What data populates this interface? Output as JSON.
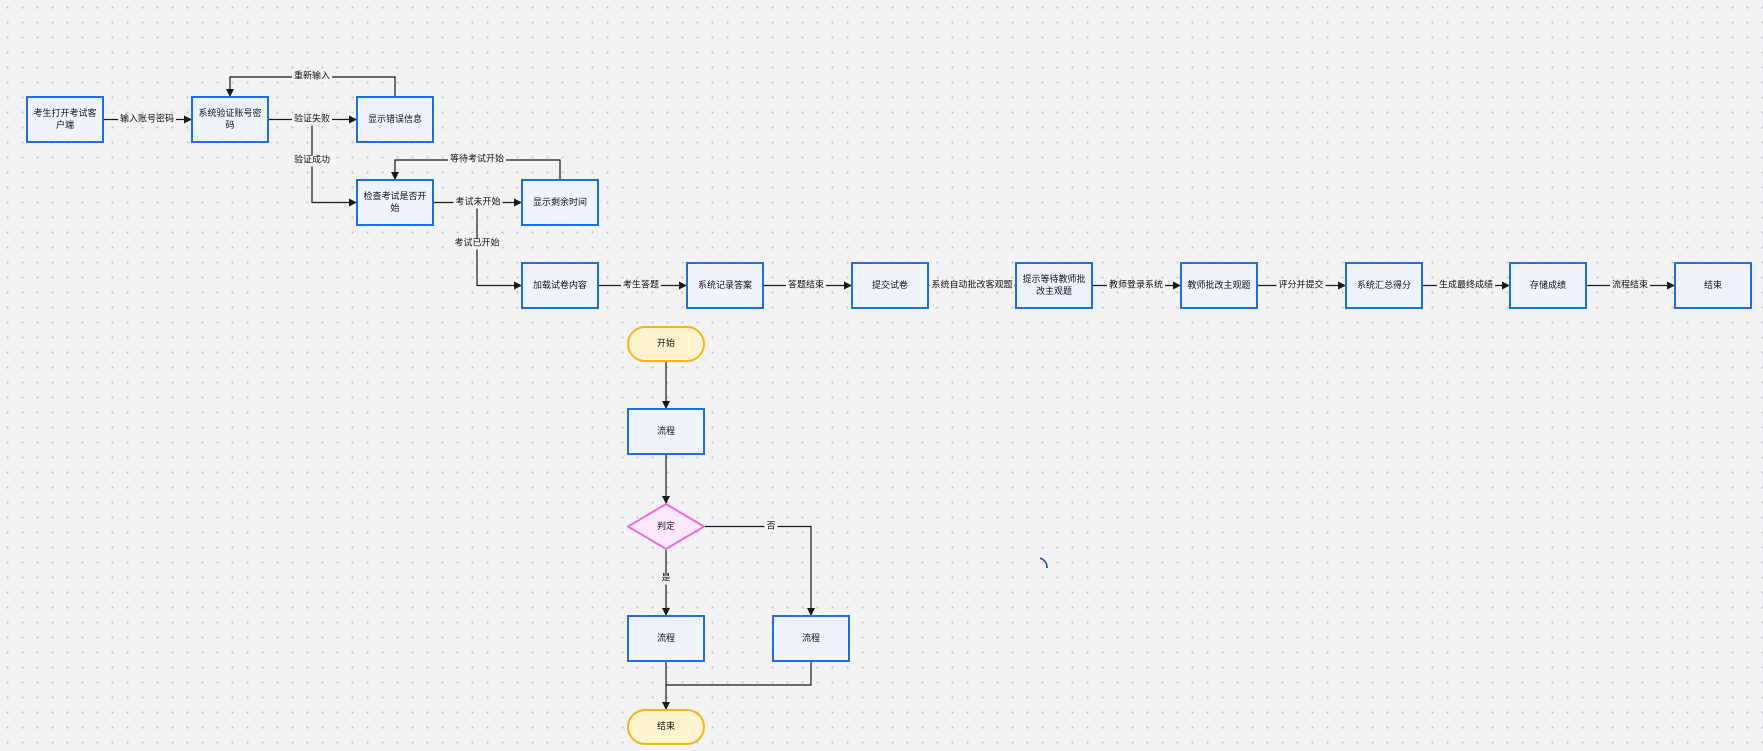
{
  "nodes": [
    {
      "id": "n1",
      "text": "考生打开考试客户端",
      "shape": "process"
    },
    {
      "id": "n2",
      "text": "系统验证账号密码",
      "shape": "process"
    },
    {
      "id": "n3",
      "text": "显示错误信息",
      "shape": "process"
    },
    {
      "id": "n4",
      "text": "检查考试是否开始",
      "shape": "process"
    },
    {
      "id": "n5",
      "text": "显示剩余时间",
      "shape": "process"
    },
    {
      "id": "n6",
      "text": "加载试卷内容",
      "shape": "process"
    },
    {
      "id": "n7",
      "text": "系统记录答案",
      "shape": "process"
    },
    {
      "id": "n8",
      "text": "提交试卷",
      "shape": "process"
    },
    {
      "id": "n9",
      "text": "提示等待教师批改主观题",
      "shape": "process"
    },
    {
      "id": "n10",
      "text": "教师批改主观题",
      "shape": "process"
    },
    {
      "id": "n11",
      "text": "系统汇总得分",
      "shape": "process"
    },
    {
      "id": "n12",
      "text": "存储成绩",
      "shape": "process"
    },
    {
      "id": "n13",
      "text": "结束",
      "shape": "process"
    },
    {
      "id": "s",
      "text": "开始",
      "shape": "terminal"
    },
    {
      "id": "p1",
      "text": "流程",
      "shape": "process"
    },
    {
      "id": "d",
      "text": "判定",
      "shape": "decision"
    },
    {
      "id": "p2",
      "text": "流程",
      "shape": "process"
    },
    {
      "id": "p3",
      "text": "流程",
      "shape": "process"
    },
    {
      "id": "e",
      "text": "结束",
      "shape": "terminal"
    }
  ],
  "edges": [
    {
      "from": "n1",
      "to": "n2",
      "label": "输入账号密码"
    },
    {
      "from": "n2",
      "to": "n3",
      "label": "验证失败"
    },
    {
      "from": "n3",
      "to": "n2",
      "label": "重新输入"
    },
    {
      "from": "n2",
      "to": "n4",
      "label": "验证成功"
    },
    {
      "from": "n4",
      "to": "n5",
      "label": "考试未开始"
    },
    {
      "from": "n5",
      "to": "n4",
      "label": "等待考试开始"
    },
    {
      "from": "n4",
      "to": "n6",
      "label": "考试已开始"
    },
    {
      "from": "n6",
      "to": "n7",
      "label": "考生答题"
    },
    {
      "from": "n7",
      "to": "n8",
      "label": "答题结束"
    },
    {
      "from": "n8",
      "to": "n9",
      "label": "系统自动批改客观题"
    },
    {
      "from": "n9",
      "to": "n10",
      "label": "教师登录系统"
    },
    {
      "from": "n10",
      "to": "n11",
      "label": "评分并提交"
    },
    {
      "from": "n11",
      "to": "n12",
      "label": "生成最终成绩"
    },
    {
      "from": "n12",
      "to": "n13",
      "label": "流程结束"
    },
    {
      "from": "s",
      "to": "p1",
      "label": ""
    },
    {
      "from": "p1",
      "to": "d",
      "label": ""
    },
    {
      "from": "d",
      "to": "p2",
      "label": "是"
    },
    {
      "from": "d",
      "to": "p3",
      "label": "否"
    },
    {
      "from": "p2",
      "to": "e",
      "label": ""
    },
    {
      "from": "p3",
      "to": "e",
      "label": ""
    }
  ],
  "colors": {
    "process_border": "#1f6fe0",
    "process_fill": "#eef3fc",
    "terminal_border": "#f5b614",
    "terminal_fill": "#fff4cf",
    "decision_border": "#f06be0",
    "decision_fill": "#fde9fb",
    "edge": "#1a1a1a"
  }
}
